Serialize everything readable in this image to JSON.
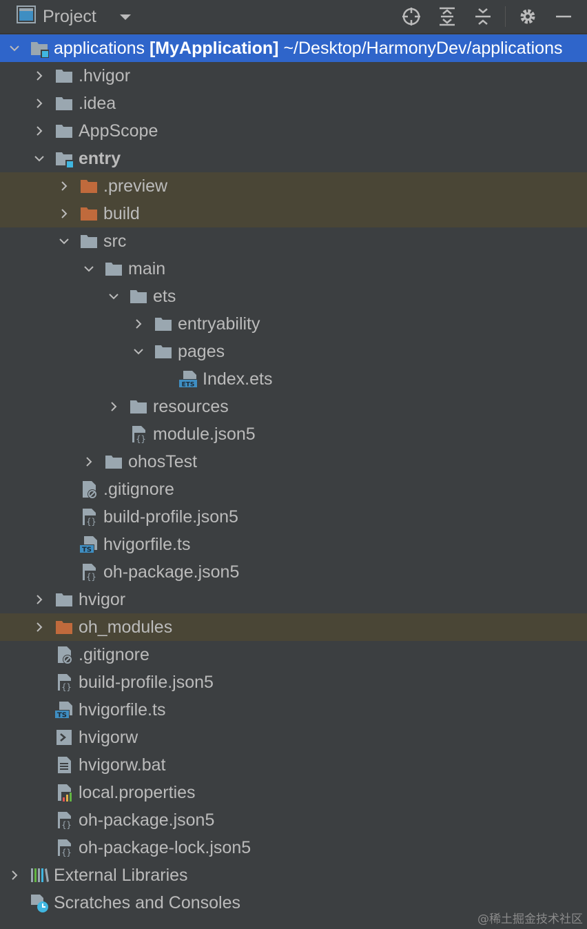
{
  "toolbar": {
    "title": "Project",
    "icons": [
      "project-view-icon",
      "chevron-down-icon",
      "locate-icon",
      "expand-all-icon",
      "collapse-all-icon",
      "gear-icon",
      "minimize-icon"
    ]
  },
  "tree": {
    "root": {
      "name": "applications",
      "project": "[MyApplication]",
      "path": "~/Desktop/HarmonyDev/applications"
    },
    "items": {
      "hvigor_dir": ".hvigor",
      "idea": ".idea",
      "appscope": "AppScope",
      "entry": "entry",
      "preview": ".preview",
      "build": "build",
      "src": "src",
      "main": "main",
      "ets": "ets",
      "entryability": "entryability",
      "pages": "pages",
      "index_ets": "Index.ets",
      "resources": "resources",
      "module_json5": "module.json5",
      "ohostest": "ohosTest",
      "entry_gitignore": ".gitignore",
      "entry_build_profile": "build-profile.json5",
      "entry_hvigorfile": "hvigorfile.ts",
      "entry_oh_package": "oh-package.json5",
      "hvigor": "hvigor",
      "oh_modules": "oh_modules",
      "gitignore": ".gitignore",
      "build_profile": "build-profile.json5",
      "hvigorfile": "hvigorfile.ts",
      "hvigorw": "hvigorw",
      "hvigorw_bat": "hvigorw.bat",
      "local_properties": "local.properties",
      "oh_package": "oh-package.json5",
      "oh_package_lock": "oh-package-lock.json5",
      "external_libraries": "External Libraries",
      "scratches": "Scratches and Consoles"
    }
  },
  "watermark": "@稀土掘金技术社区",
  "colors": {
    "background": "#3c3f41",
    "selection": "#2f65ca",
    "excluded_row": "#4a4636",
    "folder": "#9aa7b0",
    "excluded_folder": "#c06a3c",
    "ts_badge": "#3f8ec2"
  }
}
